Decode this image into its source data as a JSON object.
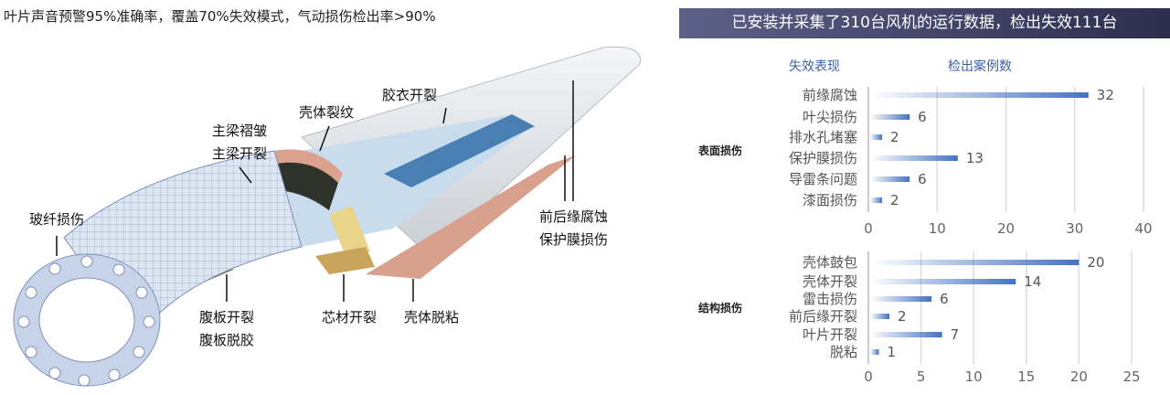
{
  "headline": "叶片声音预警95%准确率，覆盖70%失效模式，气动损伤检出率>90%",
  "illustration": {
    "labels": {
      "glass_fiber": "玻纤损伤",
      "spar_wrinkle": "主梁褶皱",
      "spar_crack": "主梁开裂",
      "shell_crack": "壳体裂纹",
      "gelcoat_crack": "胶衣开裂",
      "edge_erosion": "前后缘腐蚀",
      "film_damage": "保护膜损伤",
      "web_crack": "腹板开裂",
      "web_debond": "腹板脱胶",
      "core_crack": "芯材开裂",
      "shell_debond": "壳体脱粘"
    }
  },
  "banner": "已安装并采集了310台风机的运行数据，检出失效111台",
  "col_headers": {
    "mode": "失效表现",
    "count": "检出案例数"
  },
  "colors": {
    "bar": "#4472c4",
    "banner_start": "#5d6088",
    "banner_end": "#2c2e4e",
    "header_text": "#3c62a8"
  },
  "chart_data": [
    {
      "type": "bar",
      "orientation": "horizontal",
      "group": "表面损伤",
      "categories": [
        "前缘腐蚀",
        "叶尖损伤",
        "排水孔堵塞",
        "保护膜损伤",
        "导雷条问题",
        "漆面损伤"
      ],
      "values": [
        32,
        6,
        2,
        13,
        6,
        2
      ],
      "xlim": [
        0,
        40
      ],
      "xticks": [
        0,
        10,
        20,
        30,
        40
      ],
      "grid": true
    },
    {
      "type": "bar",
      "orientation": "horizontal",
      "group": "结构损伤",
      "categories": [
        "壳体鼓包",
        "壳体开裂",
        "雷击损伤",
        "前后缘开裂",
        "叶片开裂",
        "脱粘"
      ],
      "values": [
        20,
        14,
        6,
        2,
        7,
        1
      ],
      "xlim": [
        0,
        25
      ],
      "xticks": [
        0,
        5,
        10,
        15,
        20,
        25
      ],
      "grid": true
    }
  ]
}
